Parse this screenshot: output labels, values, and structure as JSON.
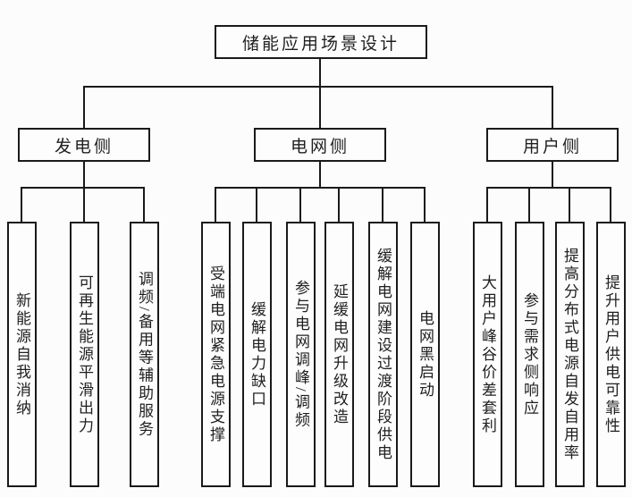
{
  "diagram_title": "储能应用场景设计",
  "root": {
    "label": "储能应用场景设计"
  },
  "branches": [
    {
      "label": "发电侧",
      "leaves": [
        "新能源自我消纳",
        "可再生能源平滑出力",
        "调频/备用等辅助服务"
      ]
    },
    {
      "label": "电网侧",
      "leaves": [
        "受端电网紧急电源支撑",
        "缓解电力缺口",
        "参与电网调峰/调频",
        "延缓电网升级改造",
        "缓解电网建设过渡阶段供电",
        "电网黑启动"
      ]
    },
    {
      "label": "用户侧",
      "leaves": [
        "大用户峰谷价差套利",
        "参与需求侧响应",
        "提高分布式电源自发自用率",
        "提升用户供电可靠性"
      ]
    }
  ],
  "colors": {
    "line": "#1a1a1a",
    "border": "#1a1a1a",
    "background": "#fcfcfc",
    "text": "#1f1f1f"
  }
}
